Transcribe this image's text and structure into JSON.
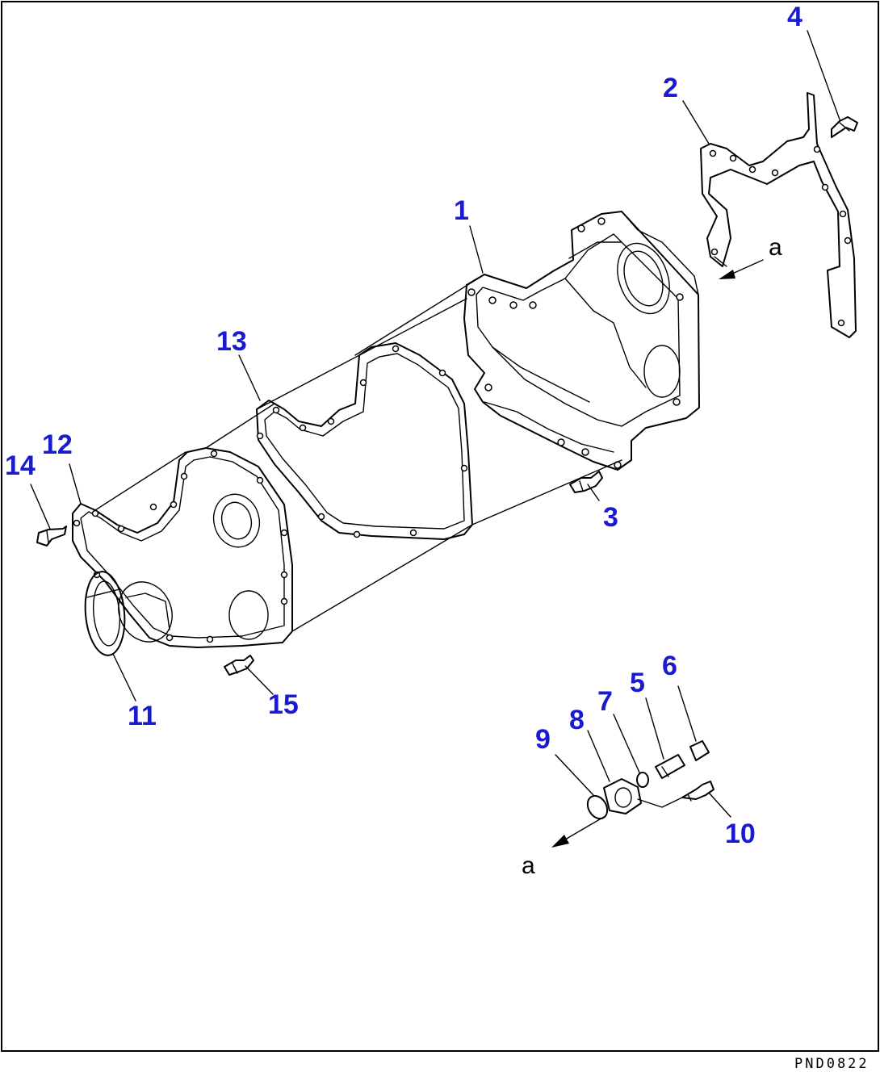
{
  "callouts": [
    {
      "id": "1",
      "label": "1"
    },
    {
      "id": "2",
      "label": "2"
    },
    {
      "id": "3",
      "label": "3"
    },
    {
      "id": "4",
      "label": "4"
    },
    {
      "id": "5",
      "label": "5"
    },
    {
      "id": "6",
      "label": "6"
    },
    {
      "id": "7",
      "label": "7"
    },
    {
      "id": "8",
      "label": "8"
    },
    {
      "id": "9",
      "label": "9"
    },
    {
      "id": "10",
      "label": "10"
    },
    {
      "id": "11",
      "label": "11"
    },
    {
      "id": "12",
      "label": "12"
    },
    {
      "id": "13",
      "label": "13"
    },
    {
      "id": "14",
      "label": "14"
    },
    {
      "id": "15",
      "label": "15"
    }
  ],
  "view_refs": {
    "top": "a",
    "bottom": "a"
  },
  "drawing_code": "PND0822",
  "colors": {
    "callout": "#1a1ad0",
    "line": "#000000",
    "background": "#ffffff"
  }
}
